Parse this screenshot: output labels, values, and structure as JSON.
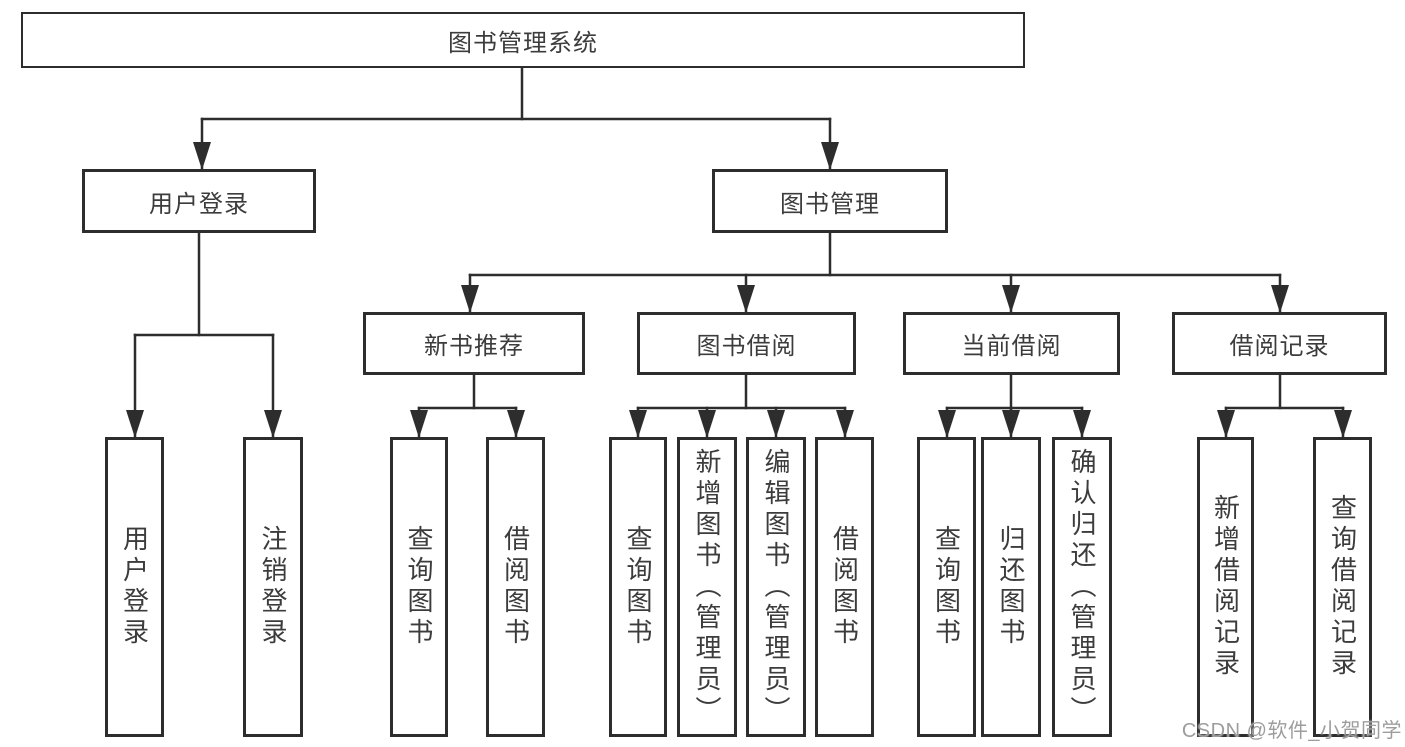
{
  "colors": {
    "background": "#ffffff",
    "line": "#2d2d2d",
    "box_border": "#2d2d2d",
    "text": "#3c3c3c",
    "watermark": "#9d9d9d"
  },
  "watermark": {
    "text": "CSDN @软件_小贺同学"
  },
  "nodes": {
    "root": "图书管理系统",
    "user_login": "用户登录",
    "book_mgmt": "图书管理",
    "new_book_rec": "新书推荐",
    "book_borrow": "图书借阅",
    "current_borrow": "当前借阅",
    "borrow_record": "借阅记录",
    "login_leaf": "用户登录",
    "logout_leaf": "注销登录",
    "rec_query": "查询图书",
    "rec_borrow": "借阅图书",
    "bb_query": "查询图书",
    "bb_add": "新增图书（管理员）",
    "bb_edit": "编辑图书（管理员）",
    "bb_borrow": "借阅图书",
    "cb_query": "查询图书",
    "cb_return": "归还图书",
    "cb_confirm": "确认归还（管理员）",
    "br_add": "新增借阅记录",
    "br_query": "查询借阅记录"
  },
  "diagram": {
    "type": "hierarchy",
    "title": "图书管理系统",
    "tree": {
      "label": "图书管理系统",
      "children": [
        {
          "label": "用户登录",
          "children": [
            {
              "label": "用户登录"
            },
            {
              "label": "注销登录"
            }
          ]
        },
        {
          "label": "图书管理",
          "children": [
            {
              "label": "新书推荐",
              "children": [
                {
                  "label": "查询图书"
                },
                {
                  "label": "借阅图书"
                }
              ]
            },
            {
              "label": "图书借阅",
              "children": [
                {
                  "label": "查询图书"
                },
                {
                  "label": "新增图书（管理员）"
                },
                {
                  "label": "编辑图书（管理员）"
                },
                {
                  "label": "借阅图书"
                }
              ]
            },
            {
              "label": "当前借阅",
              "children": [
                {
                  "label": "查询图书"
                },
                {
                  "label": "归还图书"
                },
                {
                  "label": "确认归还（管理员）"
                }
              ]
            },
            {
              "label": "借阅记录",
              "children": [
                {
                  "label": "新增借阅记录"
                },
                {
                  "label": "查询借阅记录"
                }
              ]
            }
          ]
        }
      ]
    }
  }
}
